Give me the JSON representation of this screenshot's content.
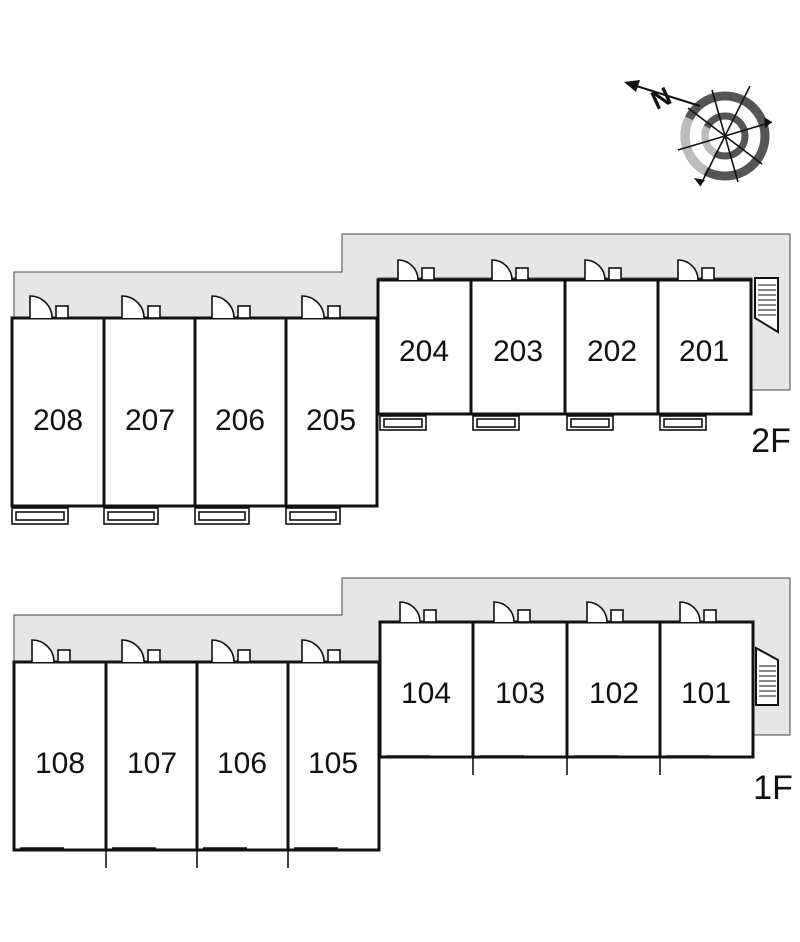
{
  "compass": {
    "north_label": "N",
    "icon": "compass-rose-icon"
  },
  "floors": [
    {
      "id": "2F",
      "label": "2F",
      "units": [
        "201",
        "202",
        "203",
        "204",
        "205",
        "206",
        "207",
        "208"
      ]
    },
    {
      "id": "1F",
      "label": "1F",
      "units": [
        "101",
        "102",
        "103",
        "104",
        "105",
        "106",
        "107",
        "108"
      ]
    }
  ],
  "colors": {
    "corridor": "#e6e6e6",
    "wall": "#111111",
    "background": "#ffffff"
  }
}
